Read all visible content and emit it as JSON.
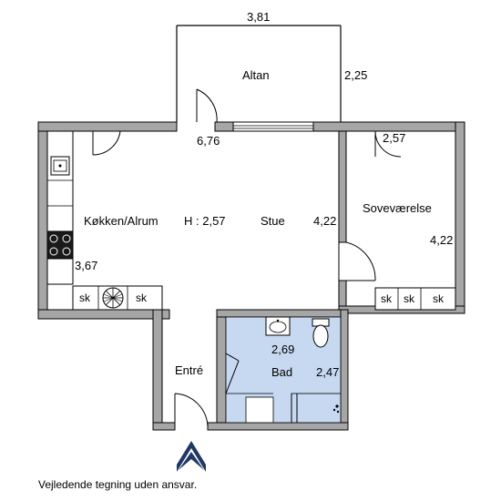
{
  "colors": {
    "wall": "#a6a6a6",
    "wall_outline": "#000000",
    "bath_floor": "#c6d9f1",
    "background": "#ffffff",
    "entrance_arrow": "#1f3864"
  },
  "balcony": {
    "name": "Altan",
    "width_label": "3,81",
    "depth_label": "2,25"
  },
  "kitchen": {
    "name": "Køkken/Alrum",
    "ceiling_height": "H : 2,57",
    "depth_label": "3,67",
    "width_label": "6,76"
  },
  "living": {
    "name": "Stue",
    "depth_label": "4,22"
  },
  "bedroom": {
    "name": "Soveværelse",
    "width_label": "2,57",
    "depth_label": "4,22"
  },
  "entrance": {
    "name": "Entré"
  },
  "bath": {
    "name": "Bad",
    "width_label": "2,69",
    "depth_label": "2,47"
  },
  "cabinets": {
    "kitchen_left": "sk",
    "kitchen_right": "sk",
    "bedroom": [
      "sk",
      "sk",
      "sk"
    ]
  },
  "icons": {
    "sink": "sink-icon",
    "stove": "stove-icon",
    "fan": "fan-icon",
    "toilet": "toilet-icon",
    "washbasin": "washbasin-icon",
    "shower": "shower-icon",
    "arrow": "entrance-arrow-icon"
  },
  "footer": {
    "disclaimer": "Vejledende tegning uden ansvar."
  }
}
